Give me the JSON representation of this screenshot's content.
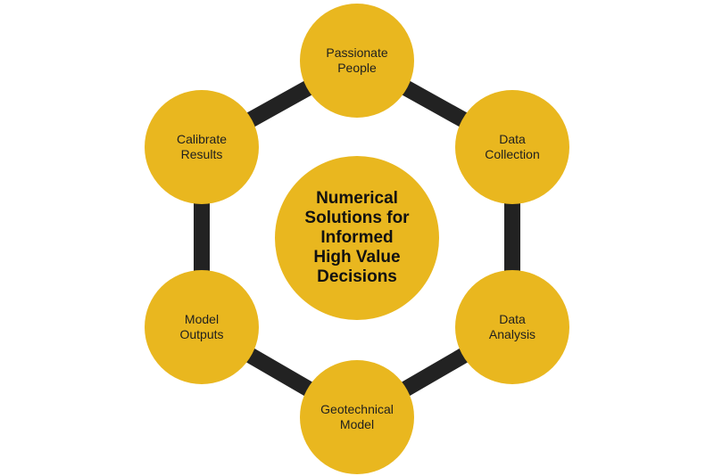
{
  "center": {
    "label": "Numerical\nSolutions for\nInformed\nHigh Value\nDecisions"
  },
  "cycle": [
    {
      "label": "Passionate\nPeople"
    },
    {
      "label": "Data\nCollection"
    },
    {
      "label": "Data\nAnalysis"
    },
    {
      "label": "Geotechnical\nModel"
    },
    {
      "label": "Model\nOutputs"
    },
    {
      "label": "Calibrate\nResults"
    }
  ],
  "colors": {
    "node_fill": "#E9B71F",
    "ring": "#222222",
    "text": "#1f1f1f"
  }
}
